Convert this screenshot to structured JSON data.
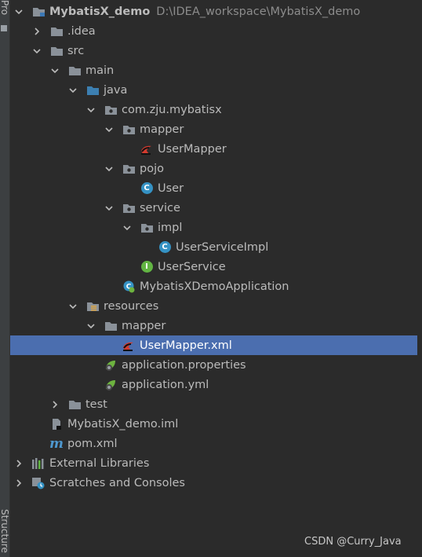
{
  "side_panel": {
    "top_label": "Pro",
    "bottom_label": "Structure"
  },
  "tree": [
    {
      "label": "MybatisX_demo",
      "path": "D:\\IDEA_workspace\\MybatisX_demo",
      "depth": 0,
      "arrow": "down",
      "icon": "module-folder-icon"
    },
    {
      "label": ".idea",
      "depth": 1,
      "arrow": "right",
      "icon": "folder-icon"
    },
    {
      "label": "src",
      "depth": 1,
      "arrow": "down",
      "icon": "folder-icon"
    },
    {
      "label": "main",
      "depth": 2,
      "arrow": "down",
      "icon": "folder-icon"
    },
    {
      "label": "java",
      "depth": 3,
      "arrow": "down",
      "icon": "source-folder-icon"
    },
    {
      "label": "com.zju.mybatisx",
      "depth": 4,
      "arrow": "down",
      "icon": "package-icon"
    },
    {
      "label": "mapper",
      "depth": 5,
      "arrow": "down",
      "icon": "package-icon"
    },
    {
      "label": "UserMapper",
      "depth": 6,
      "arrow": "none",
      "icon": "mybatis-bird-icon"
    },
    {
      "label": "pojo",
      "depth": 5,
      "arrow": "down",
      "icon": "package-icon"
    },
    {
      "label": "User",
      "depth": 6,
      "arrow": "none",
      "icon": "class-icon"
    },
    {
      "label": "service",
      "depth": 5,
      "arrow": "down",
      "icon": "package-icon"
    },
    {
      "label": "impl",
      "depth": 6,
      "arrow": "down",
      "icon": "package-icon"
    },
    {
      "label": "UserServiceImpl",
      "depth": 7,
      "arrow": "none",
      "icon": "class-icon"
    },
    {
      "label": "UserService",
      "depth": 6,
      "arrow": "none",
      "icon": "interface-icon"
    },
    {
      "label": "MybatisXDemoApplication",
      "depth": 5,
      "arrow": "none",
      "icon": "spring-boot-class-icon"
    },
    {
      "label": "resources",
      "depth": 3,
      "arrow": "down",
      "icon": "resources-folder-icon"
    },
    {
      "label": "mapper",
      "depth": 4,
      "arrow": "down",
      "icon": "folder-icon"
    },
    {
      "label": "UserMapper.xml",
      "depth": 5,
      "arrow": "none",
      "icon": "mybatis-bird-icon",
      "selected": true
    },
    {
      "label": "application.properties",
      "depth": 4,
      "arrow": "none",
      "icon": "spring-leaf-icon"
    },
    {
      "label": "application.yml",
      "depth": 4,
      "arrow": "none",
      "icon": "spring-leaf-icon"
    },
    {
      "label": "test",
      "depth": 2,
      "arrow": "right",
      "icon": "folder-icon"
    },
    {
      "label": "MybatisX_demo.iml",
      "depth": 1,
      "arrow": "none",
      "icon": "iml-file-icon"
    },
    {
      "label": "pom.xml",
      "depth": 1,
      "arrow": "none",
      "icon": "maven-icon"
    },
    {
      "label": "External Libraries",
      "depth": 0,
      "arrow": "right",
      "icon": "libraries-icon"
    },
    {
      "label": "Scratches and Consoles",
      "depth": 0,
      "arrow": "right",
      "icon": "scratches-icon"
    }
  ],
  "watermark": "CSDN @Curry_Java"
}
